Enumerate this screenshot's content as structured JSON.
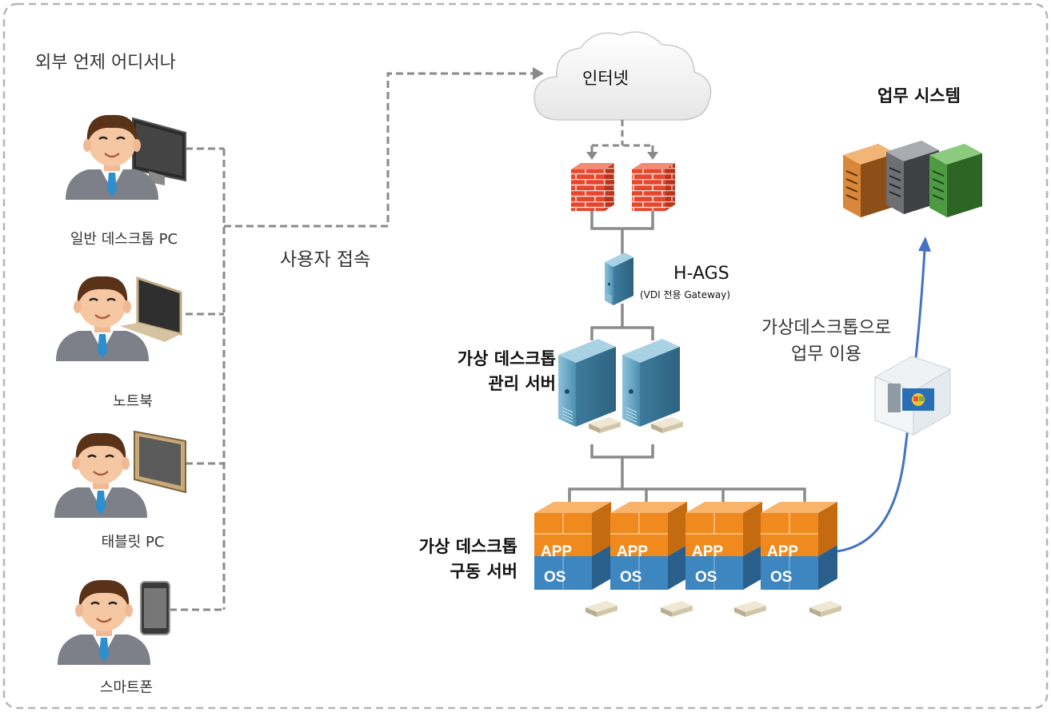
{
  "diagram": {
    "region_title": "외부 언제 어디서나",
    "clients": [
      {
        "label": "일반 데스크톱 PC",
        "icon": "desktop-user-icon"
      },
      {
        "label": "노트북",
        "icon": "laptop-user-icon"
      },
      {
        "label": "태블릿 PC",
        "icon": "tablet-user-icon"
      },
      {
        "label": "스마트폰",
        "icon": "smartphone-user-icon"
      }
    ],
    "access_label": "사용자 접속",
    "internet_label": "인터넷",
    "gateway": {
      "title": "H-AGS",
      "subtitle": "(VDI 전용 Gateway)"
    },
    "management_server": {
      "line1": "가상 데스크톱",
      "line2": "관리 서버"
    },
    "runtime_server": {
      "line1": "가상 데스크톱",
      "line2": "구동 서버"
    },
    "business_system": "업무 시스템",
    "usage_label": {
      "line1": "가상데스크톱으로",
      "line2": "업무 이용"
    },
    "vm_labels": {
      "app": "APP",
      "os": "OS"
    },
    "colors": {
      "dashed_border": "#b5b5b5",
      "connector": "#8a8a8a",
      "usage_arrow": "#4472c4",
      "firewall": "#e8452c",
      "server_blue": "#5d9fc0",
      "vm_orange": "#f08a1f",
      "vm_blue": "#3d86c0"
    }
  }
}
